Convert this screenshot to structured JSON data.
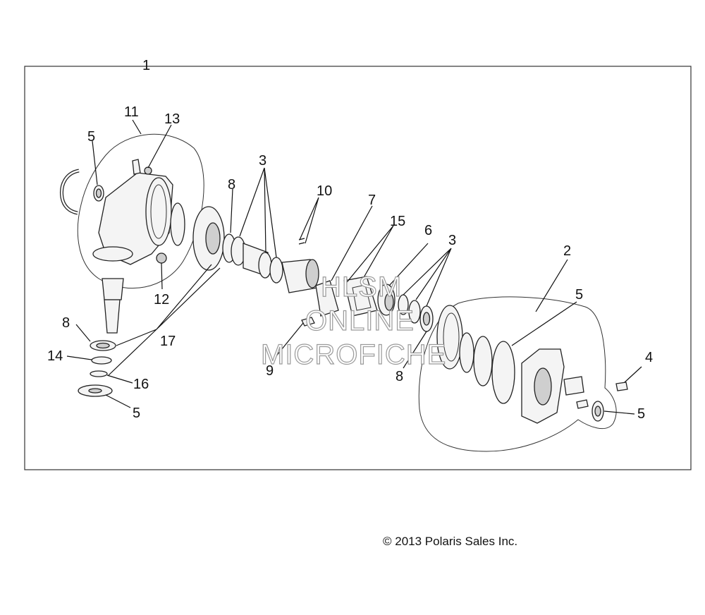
{
  "diagram": {
    "callouts": [
      "1",
      "11",
      "13",
      "5",
      "3",
      "8",
      "10",
      "7",
      "15",
      "6",
      "3",
      "2",
      "5",
      "12",
      "17",
      "8",
      "14",
      "16",
      "5",
      "9",
      "8",
      "4",
      "5"
    ],
    "watermark": [
      "HLSM",
      "ONLINE",
      "MICROFICHE"
    ],
    "copyright": "© 2013 Polaris Sales Inc."
  }
}
